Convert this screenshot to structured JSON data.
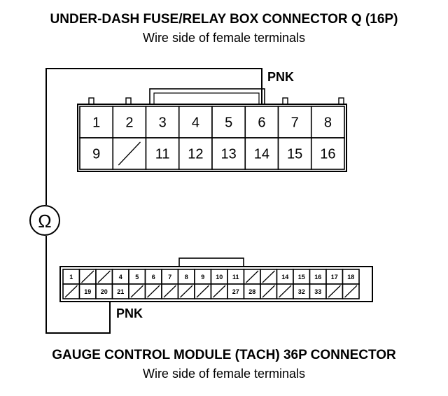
{
  "top_connector": {
    "title": "UNDER-DASH FUSE/RELAY BOX CONNECTOR Q (16P)",
    "subtitle": "Wire side of female terminals",
    "row1": [
      "1",
      "2",
      "3",
      "4",
      "5",
      "6",
      "7",
      "8"
    ],
    "row2": [
      "9",
      "",
      "11",
      "12",
      "13",
      "14",
      "15",
      "16"
    ],
    "wire_color": "PNK"
  },
  "bottom_connector": {
    "title": "GAUGE CONTROL MODULE (TACH) 36P CONNECTOR",
    "subtitle": "Wire side of female terminals",
    "row1": [
      "1",
      "",
      "",
      "4",
      "5",
      "6",
      "7",
      "8",
      "9",
      "10",
      "11",
      "",
      "",
      "14",
      "15",
      "16",
      "17",
      "18"
    ],
    "row2": [
      "",
      "19",
      "20",
      "21",
      "",
      "",
      "",
      "",
      "",
      "",
      "27",
      "28",
      "",
      "",
      "32",
      "33",
      "",
      ""
    ],
    "wire_color": "PNK"
  },
  "meter_symbol": "Ω"
}
